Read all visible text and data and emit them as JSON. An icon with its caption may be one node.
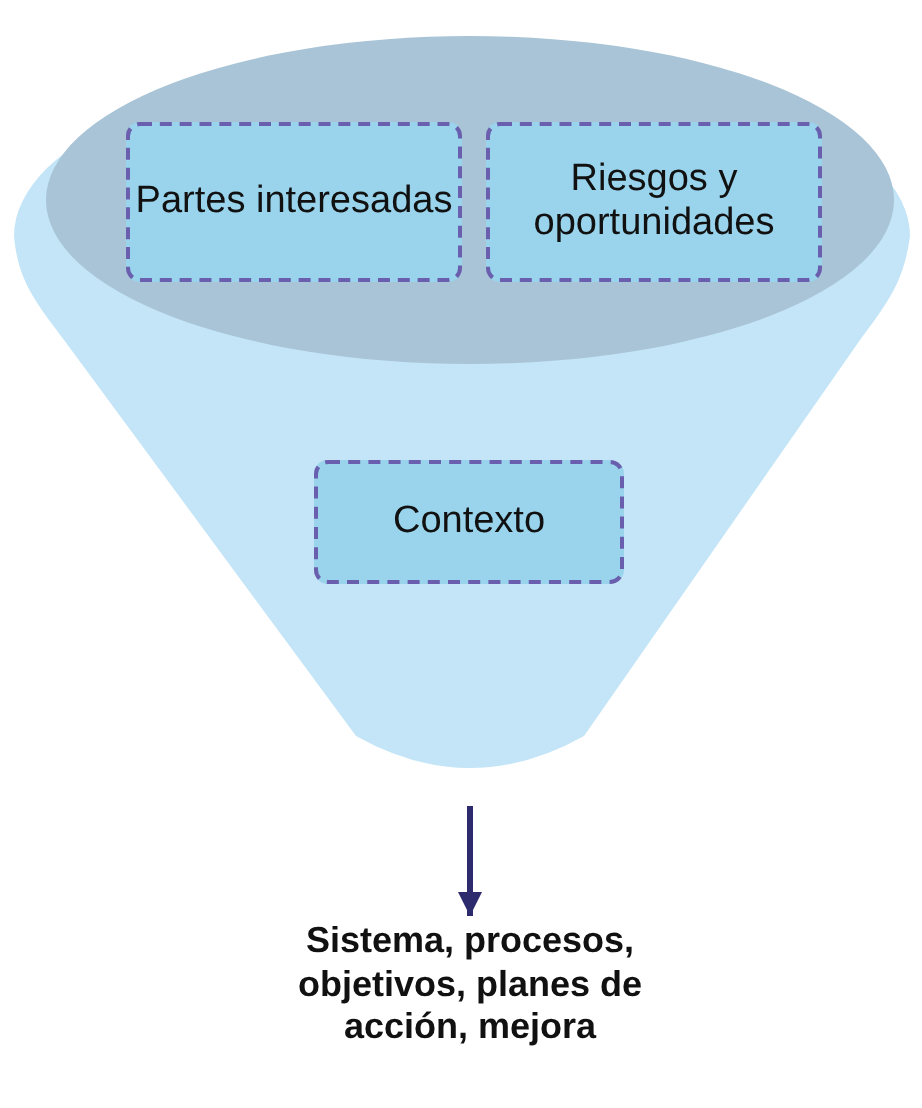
{
  "diagram": {
    "nodes": [
      {
        "text": [],
        "shape": "funnel"
      },
      {
        "text": [
          "Partes interesadas"
        ],
        "in": 0
      },
      {
        "text": [
          "Riesgos y oportunidades"
        ],
        "in": 0
      },
      {
        "text": [
          "Contexto"
        ],
        "in": 0
      },
      {
        "text": [
          "Sistema, procesos, objetivos, planes de acción, mejora"
        ]
      }
    ],
    "edges": [
      {
        "from": 0,
        "to": 4,
        "arrow": "to"
      }
    ]
  }
}
